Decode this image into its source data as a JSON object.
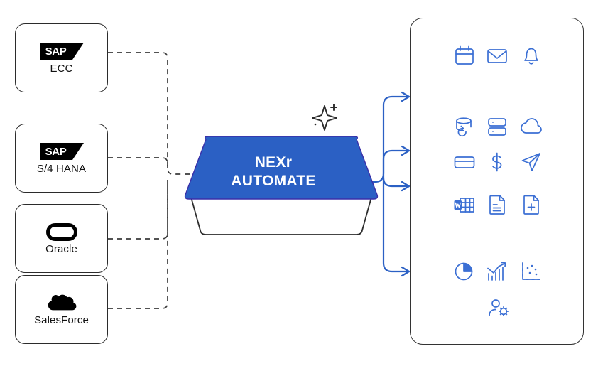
{
  "diagram": {
    "title": "NEXr AUTOMATE integration overview",
    "colors": {
      "platform_blue": "#2B60C4",
      "icon_blue": "#3B6FD4",
      "outline_dark": "#2B2B2B",
      "dash_gray": "#3A3A3A"
    }
  },
  "sources": {
    "items": [
      {
        "label": "ECC",
        "logo": "sap-logo",
        "logo_text": "SAP"
      },
      {
        "label": "S/4 HANA",
        "logo": "sap-logo",
        "logo_text": "SAP"
      },
      {
        "label": "Oracle",
        "logo": "oracle-logo",
        "logo_text": ""
      },
      {
        "label": "SalesForce",
        "logo": "salesforce-logo",
        "logo_text": ""
      }
    ]
  },
  "platform": {
    "line1": "NEXr",
    "line2": "AUTOMATE",
    "badge_icon": "sparkle-icon"
  },
  "panel": {
    "icon_rows": [
      [
        {
          "name": "calendar-icon"
        },
        {
          "name": "envelope-icon"
        },
        {
          "name": "bell-icon"
        }
      ],
      [
        {
          "name": "database-refresh-icon"
        },
        {
          "name": "server-stack-icon"
        },
        {
          "name": "cloud-icon"
        }
      ],
      [
        {
          "name": "credit-card-icon"
        },
        {
          "name": "dollar-sign-icon"
        },
        {
          "name": "paper-plane-icon"
        }
      ],
      [
        {
          "name": "word-document-icon"
        },
        {
          "name": "document-lines-icon"
        },
        {
          "name": "document-add-icon"
        }
      ],
      [
        {
          "name": "pie-chart-icon"
        },
        {
          "name": "bar-line-chart-icon"
        },
        {
          "name": "scatter-plot-icon"
        }
      ]
    ],
    "footer_icon": {
      "name": "user-settings-icon"
    }
  },
  "connectors": {
    "source_to_platform": "dashed",
    "platform_to_panel_arrows": 4,
    "panel_internal_flow": "dashed"
  }
}
